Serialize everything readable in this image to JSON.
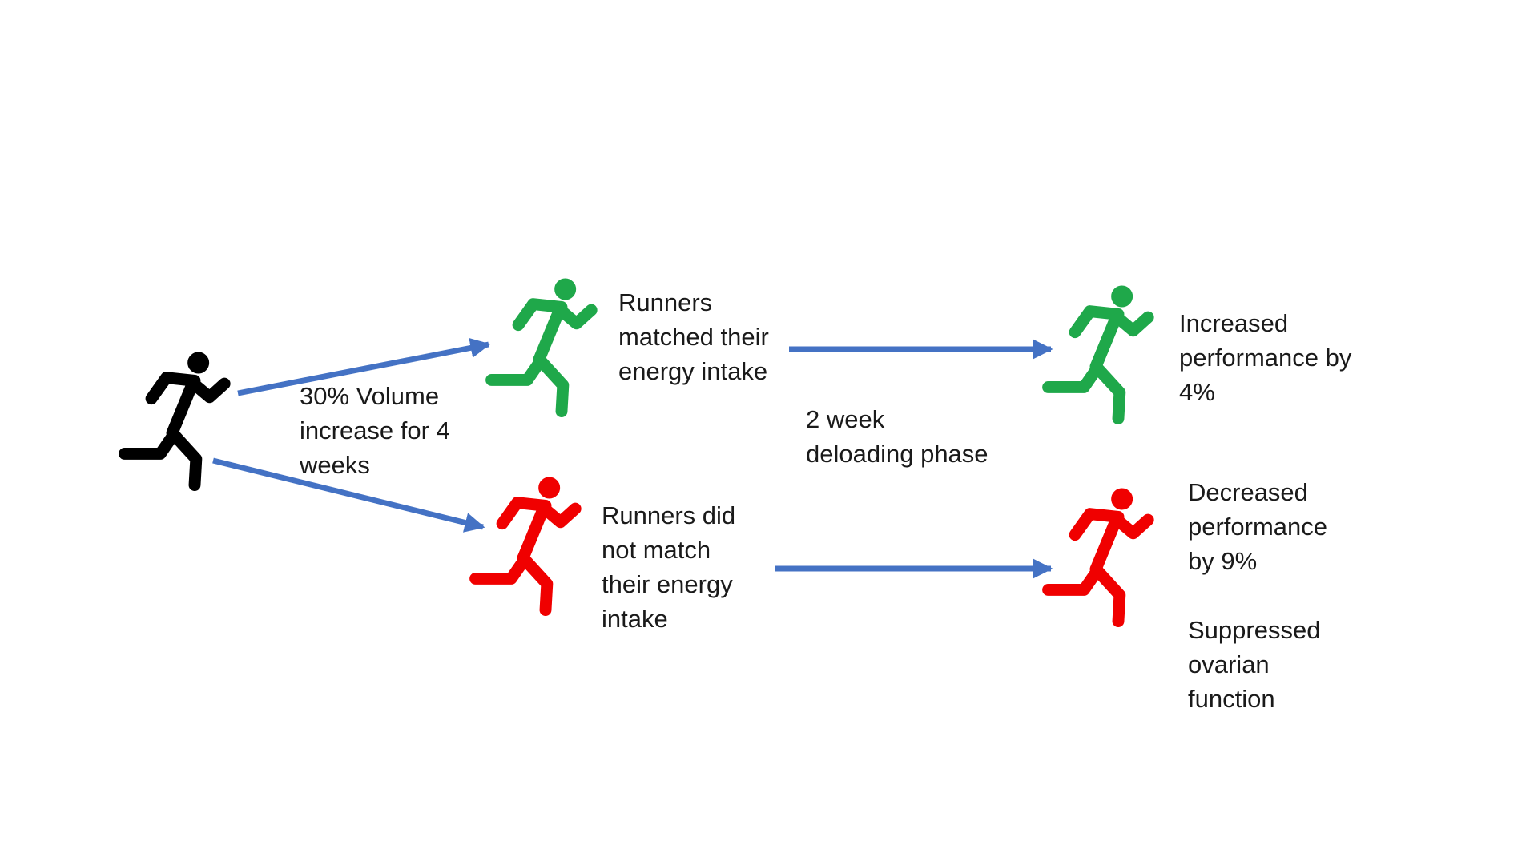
{
  "colors": {
    "start_runner": "#000000",
    "matched_runner": "#1fa84a",
    "unmatched_runner": "#f00000",
    "arrow": "#4472c4"
  },
  "icons": {
    "runner": "running-person-icon"
  },
  "start": {
    "label_lines": [
      "30% Volume",
      "increase for 4",
      "weeks"
    ]
  },
  "matched": {
    "label_lines": [
      "Runners",
      "matched their",
      "energy intake"
    ]
  },
  "unmatched": {
    "label_lines": [
      "Runners did",
      "not match",
      "their energy",
      "intake"
    ]
  },
  "phase": {
    "label_lines": [
      "2 week",
      "deloading phase"
    ]
  },
  "outcome_matched": {
    "label_lines": [
      "Increased",
      "performance by",
      "4%"
    ]
  },
  "outcome_unmatched": {
    "label_lines": [
      "Decreased",
      "performance",
      "by 9%"
    ],
    "extra_lines": [
      "Suppressed",
      "ovarian",
      "function"
    ]
  }
}
